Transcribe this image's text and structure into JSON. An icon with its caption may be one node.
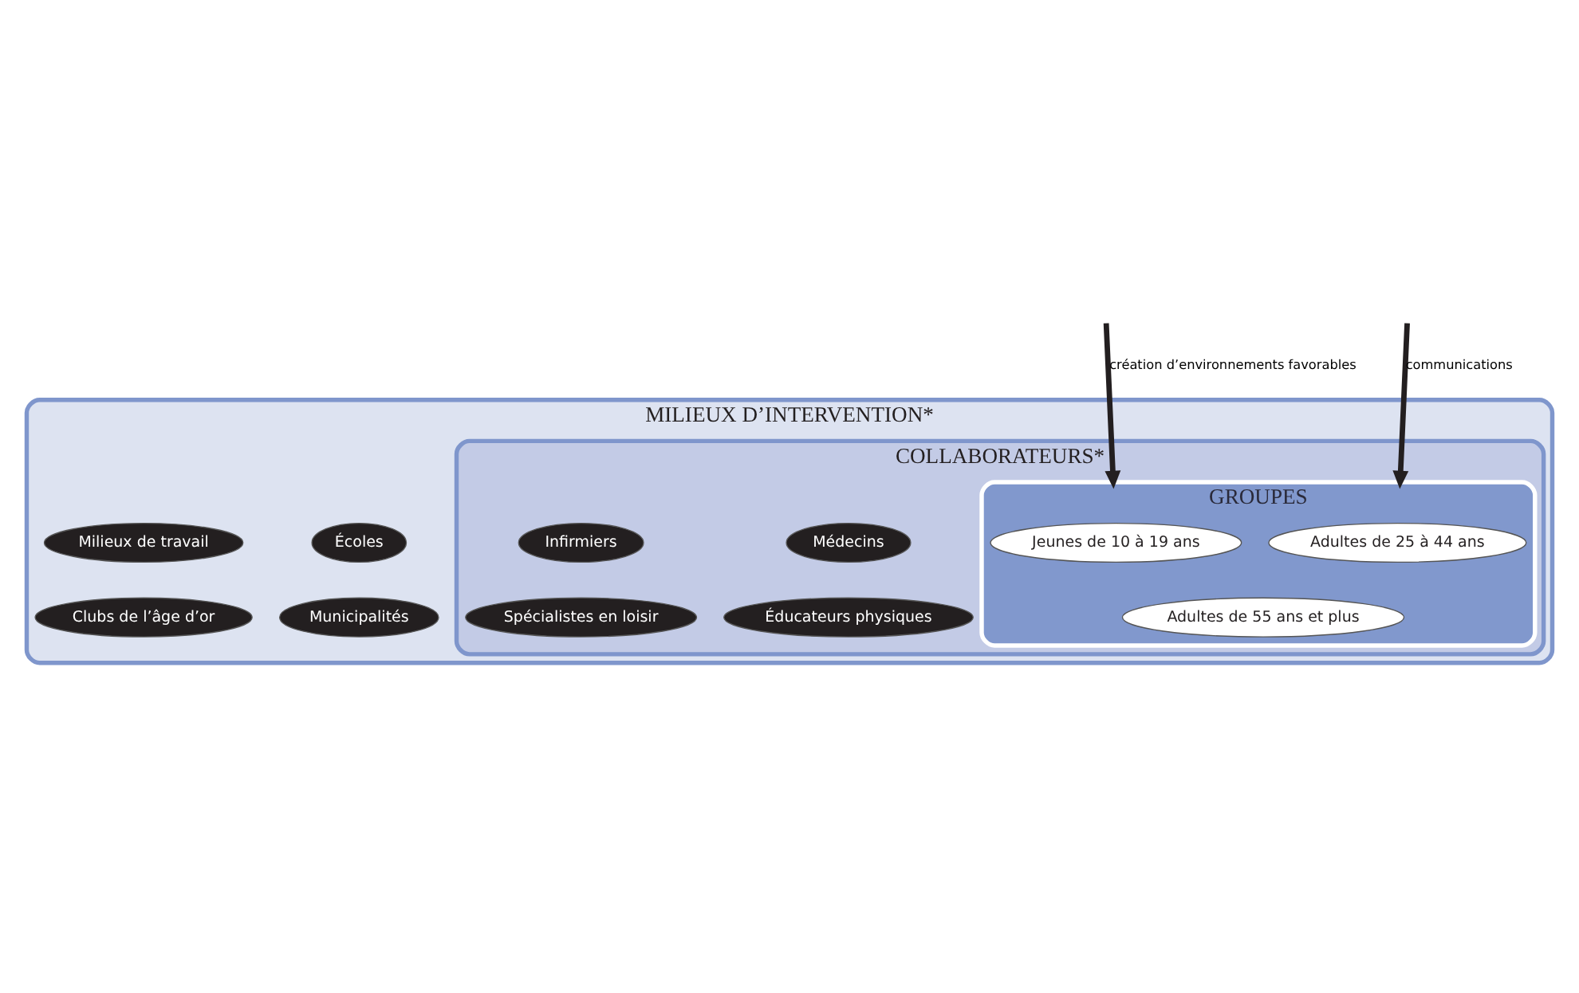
{
  "diagram": {
    "nodes": [
      {
        "text": [
          "MILIEUX D’INTERVENTION*"
        ]
      },
      {
        "text": [
          "COLLABORATEURS*"
        ],
        "in": 0
      },
      {
        "text": [
          "GROUPES"
        ],
        "in": 1
      },
      {
        "text": [
          "Jeunes de 10 à 19 ans"
        ],
        "in": 2
      },
      {
        "text": [
          "Adultes de 25 à 44 ans"
        ],
        "in": 2
      },
      {
        "text": [
          "Adultes de 55 ans et plus"
        ],
        "in": 2
      },
      {
        "text": [
          "Écoles"
        ],
        "in": 0
      },
      {
        "text": [
          "Médecins"
        ],
        "in": 1
      },
      {
        "text": [
          "Milieux de travail"
        ],
        "in": 0
      },
      {
        "text": [
          "Infirmiers"
        ],
        "in": 1
      },
      {
        "text": [
          "Éducateurs physiques"
        ],
        "in": 1
      },
      {
        "text": [
          "Spécialistes en loisir"
        ],
        "in": 1
      },
      {
        "text": [
          "Municipalités"
        ],
        "in": 0
      },
      {
        "text": [
          "Clubs de l’âge d’or"
        ],
        "in": 0
      }
    ],
    "edges": [
      {
        "from": null,
        "to": 2,
        "arrow": "to",
        "label": "création d’environnements favorables"
      },
      {
        "from": null,
        "to": 2,
        "arrow": "to",
        "label": "communications"
      }
    ]
  }
}
